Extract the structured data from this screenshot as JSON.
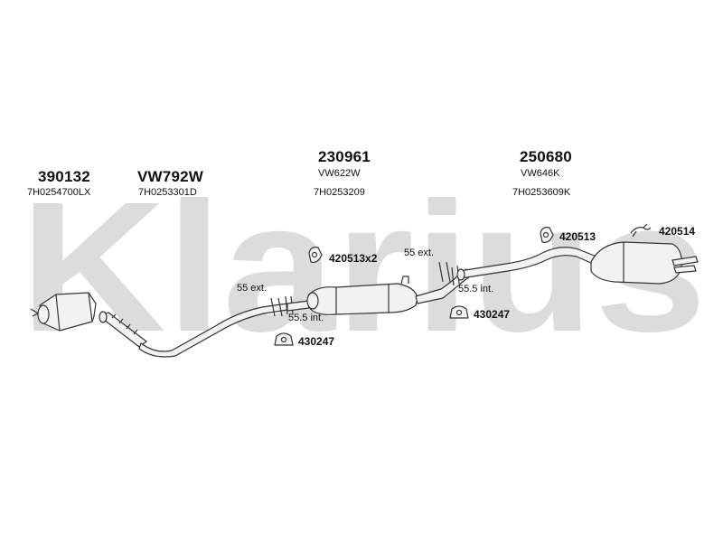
{
  "watermark": "Klarius",
  "parts": {
    "p390132": {
      "number": "390132",
      "code": "7H0254700LX"
    },
    "pvw792w": {
      "number": "VW792W",
      "code": "7H0253301D"
    },
    "p230961": {
      "number": "230961",
      "sub": "VW622W",
      "code": "7H0253209"
    },
    "p250680": {
      "number": "250680",
      "sub": "VW646K",
      "code": "7H0253609K"
    }
  },
  "fittings": {
    "f420513x2": "420513x2",
    "f420513": "420513",
    "f420514": "420514",
    "f430247_left": "430247",
    "f430247_right": "430247"
  },
  "annotations": {
    "ext_left": "55 ext.",
    "int_left": "55.5 int.",
    "ext_right": "55 ext.",
    "int_right": "55.5 int."
  },
  "colors": {
    "watermark": "#dcdcdc",
    "line": "#333333",
    "part_fill": "#f2f2f2"
  }
}
